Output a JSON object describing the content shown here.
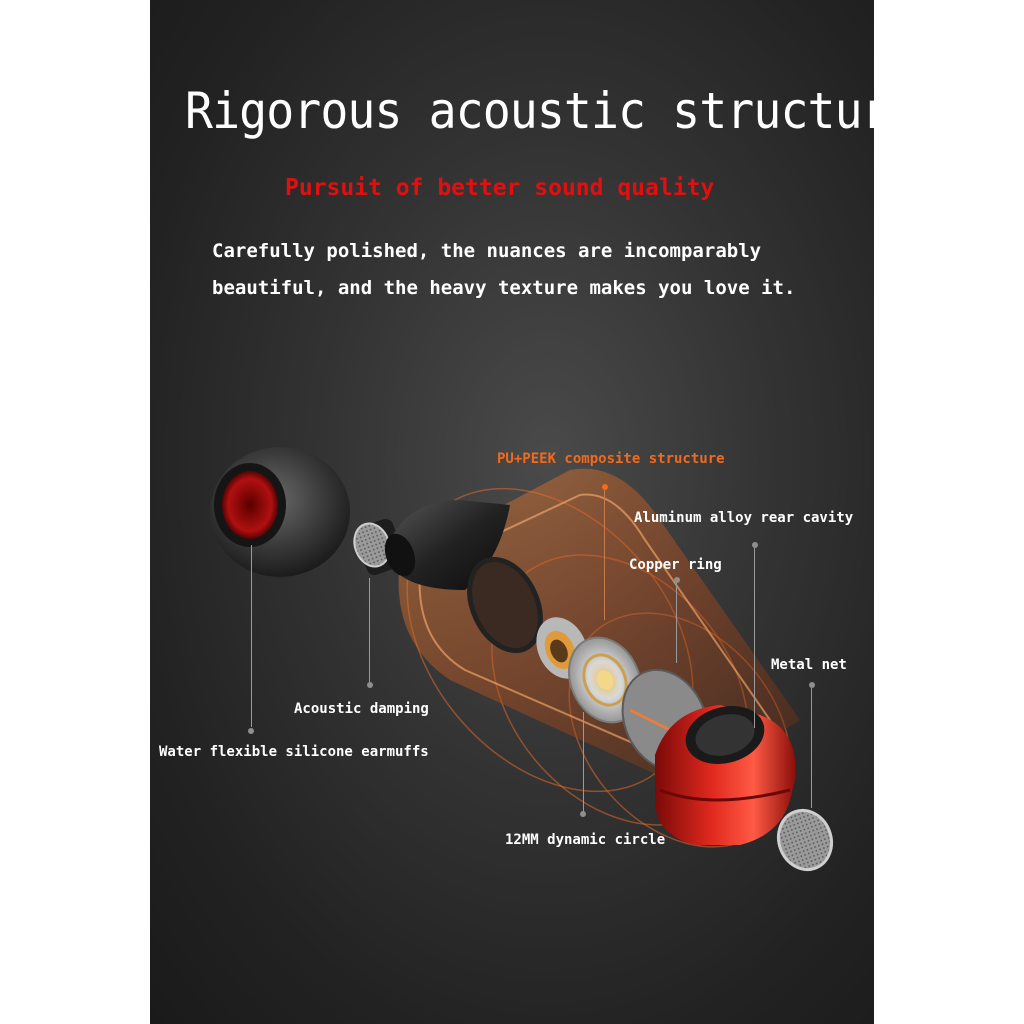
{
  "title": "Rigorous acoustic structure",
  "subtitle": "Pursuit of better sound quality",
  "description": [
    "Carefully polished, the nuances are incomparably",
    "beautiful, and the heavy texture makes you love it."
  ],
  "labels": {
    "pu_peek": "PU+PEEK composite structure",
    "aluminum": "Aluminum alloy rear cavity",
    "copper_ring": "Copper ring",
    "metal_net": "Metal net",
    "acoustic_damping": "Acoustic damping",
    "earmuffs": "Water flexible silicone earmuffs",
    "dynamic_circle": "12MM dynamic circle"
  },
  "colors": {
    "background": "#2b2b2b",
    "title": "#ffffff",
    "subtitle": "#e01010",
    "accent_orange": "#f26a1b",
    "body_red": "#c8201a"
  }
}
